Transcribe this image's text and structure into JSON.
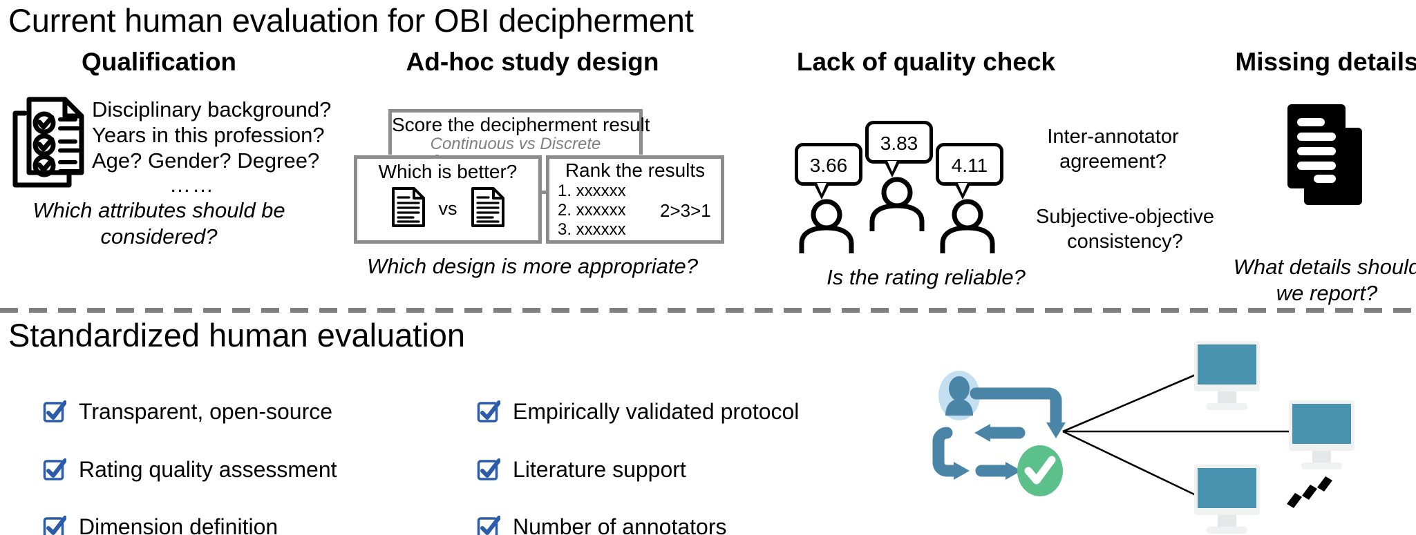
{
  "top": {
    "title": "Current human evaluation for OBI decipherment",
    "columns": [
      {
        "heading": "Qualification",
        "icon": "checklist-document-icon",
        "lines": [
          "Disciplinary background?",
          "Years in this profession?",
          "Age? Gender? Degree?"
        ],
        "ellipsis": "……",
        "caption": "Which attributes should be considered?"
      },
      {
        "heading": "Ad-hoc study design",
        "score_box": {
          "title": "Score the decipherment result",
          "subtitle": "Continuous vs Discrete"
        },
        "better_box": {
          "title": "Which is better?",
          "vs": "vs",
          "doc_left": "document-icon",
          "doc_right": "document-icon"
        },
        "rank_box": {
          "title": "Rank the results",
          "items": [
            "1. xxxxxx",
            "2. xxxxxx",
            "3. xxxxxx"
          ],
          "order": "2>3>1"
        },
        "caption": "Which design is more appropriate?"
      },
      {
        "heading": "Lack of quality check",
        "ratings": [
          "3.66",
          "3.83",
          "4.11"
        ],
        "questions": [
          "Inter-annotator agreement?",
          "Subjective-objective consistency?"
        ],
        "caption": "Is the rating reliable?"
      },
      {
        "heading": "Missing details",
        "icon": "stacked-documents-icon",
        "caption": "What details should we report?"
      }
    ]
  },
  "bottom": {
    "title": "Standardized human evaluation",
    "checklist_left": [
      "Transparent, open-source",
      "Rating quality assessment",
      "Dimension definition"
    ],
    "checklist_right": [
      "Empirically validated protocol",
      "Literature support",
      "Number of annotators"
    ],
    "diagram": {
      "person": "user-avatar-icon",
      "approved": "green-check-icon",
      "monitors": [
        "monitor-icon",
        "monitor-icon",
        "monitor-icon"
      ],
      "ellipsis": "more-items-ellipsis"
    }
  },
  "colors": {
    "checkbox_blue": "#2b5caa",
    "monitor_teal": "#4a93b0",
    "arrow_blue": "#4a85a8",
    "approve_green": "#5cc08a",
    "divider_gray": "#7f7f7f",
    "box_border_gray": "#8c8c8c",
    "subtitle_gray": "#808080"
  }
}
